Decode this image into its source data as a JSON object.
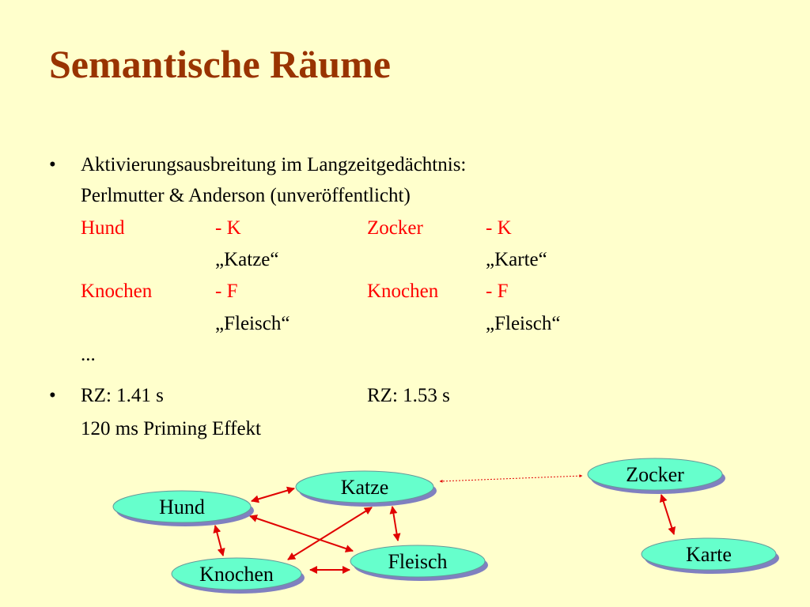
{
  "slide": {
    "title": "Semantische Räume"
  },
  "bullets": [
    {
      "marker": "•",
      "lines": [
        "Aktivierungsausbreitung im Langzeitgedächtnis:",
        "Perlmutter & Anderson (unveröffentlicht)"
      ]
    },
    {
      "marker": "•",
      "lines": [
        "RZ: 1.41 s",
        "RZ: 1.53 s",
        "120 ms Priming Effekt"
      ]
    }
  ],
  "experiment": {
    "left": {
      "prime1": "Hund",
      "task1": "- K",
      "target1": "„Katze“",
      "prime2": "Knochen",
      "task2": "- F",
      "target2": "„Fleisch“"
    },
    "right": {
      "prime1": "Zocker",
      "task1": "- K",
      "target1": "„Karte“",
      "prime2": "Knochen",
      "task2": "- F",
      "target2": "„Fleisch“"
    },
    "ellipsis": "..."
  },
  "network": {
    "nodes": {
      "hund": "Hund",
      "katze": "Katze",
      "knochen": "Knochen",
      "fleisch": "Fleisch",
      "zocker": "Zocker",
      "karte": "Karte"
    },
    "colors": {
      "node_fill": "#66ffcc",
      "node_shadow": "#8080c0",
      "link_strong": "#e00000",
      "link_weak": "#e00000"
    }
  }
}
